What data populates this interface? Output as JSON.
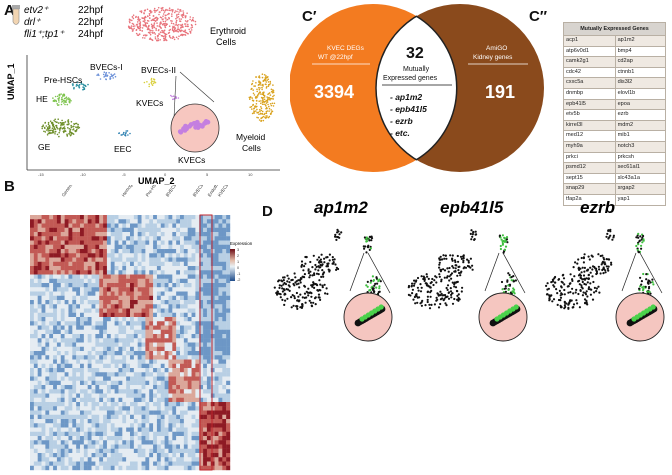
{
  "panels": {
    "a": "A",
    "b": "B",
    "c_prime": "C′",
    "c_double_prime": "C″",
    "d": "D"
  },
  "panel_a": {
    "legend": [
      {
        "marker": "etv2⁺",
        "stage": "22hpf"
      },
      {
        "marker": "drl⁺",
        "stage": "22hpf"
      },
      {
        "marker": "fli1⁺;tp1⁺",
        "stage": "24hpf"
      }
    ],
    "cluster_labels": {
      "erythroid": "Erythroid Cells",
      "bvecs1": "BVECs-I",
      "bvecs2": "BVECs-II",
      "prehscs": "Pre-HSCs",
      "he": "HE",
      "kvecs": "KVECs",
      "kvecs_zoom": "KVECs",
      "ge": "GE",
      "eec": "EEC",
      "myeloid": "Myeloid Cells"
    },
    "xaxis": "UMAP_2",
    "yaxis": "UMAP_1",
    "tick_labels": [
      "-15",
      "-10",
      "-5",
      "0",
      "5",
      "10"
    ],
    "colors": {
      "erythroid": "#e8747c",
      "bvecs1": "#6a8fd8",
      "bvecs2": "#d9cf3a",
      "prehscs": "#2a8fa0",
      "he": "#7fc44f",
      "kvecs": "#c47fe0",
      "ge": "#6e8f2a",
      "eec": "#2a7fb0",
      "myeloid": "#d9a21e"
    }
  },
  "panel_b": {
    "column_labels": [
      "General endothelium",
      "Hemogenic endothelium",
      "Pre-HSCs",
      "BVECs-I",
      "BVECs-II",
      "Endothelium of Kidney",
      "KVECs"
    ],
    "legend_title": "Expression",
    "legend_ticks": [
      "3",
      "2",
      "1",
      "0",
      "-1",
      "-2"
    ]
  },
  "panel_c": {
    "left_title_1": "KVEC DEGs",
    "left_title_2": "WT @22hpf",
    "left_count": "3394",
    "right_title_1": "AmiGO",
    "right_title_2": "Kidney genes",
    "right_count": "191",
    "center_count": "32",
    "center_label_1": "Mutually",
    "center_label_2": "Expressed genes",
    "center_genes": [
      "- ap1m2",
      "- epb41l5",
      "- ezrb",
      "- etc."
    ],
    "colors": {
      "left": "#f37b20",
      "right": "#8a4a1c"
    }
  },
  "panel_c2": {
    "title": "Mutually Expressed Genes",
    "genes": [
      [
        "acp1",
        "ap1m2"
      ],
      [
        "atp6v0d1",
        "bmp4"
      ],
      [
        "camk2g1",
        "cd2ap"
      ],
      [
        "cdc42",
        "ctnnb1"
      ],
      [
        "cxxc5a",
        "dis3l2"
      ],
      [
        "dnmbp",
        "elovl1b"
      ],
      [
        "epb41l5",
        "epoa"
      ],
      [
        "etv5b",
        "ezrb"
      ],
      [
        "kirrel3l",
        "mdm2"
      ],
      [
        "med12",
        "mib1"
      ],
      [
        "myh9a",
        "notch3"
      ],
      [
        "prkci",
        "prkcsh"
      ],
      [
        "psmd12",
        "sec61al1"
      ],
      [
        "sept15",
        "slc43a1a"
      ],
      [
        "snap29",
        "srgap2"
      ],
      [
        "tfap2a",
        "yap1"
      ]
    ]
  },
  "panel_d": {
    "genes": [
      "ap1m2",
      "epb41l5",
      "ezrb"
    ]
  }
}
